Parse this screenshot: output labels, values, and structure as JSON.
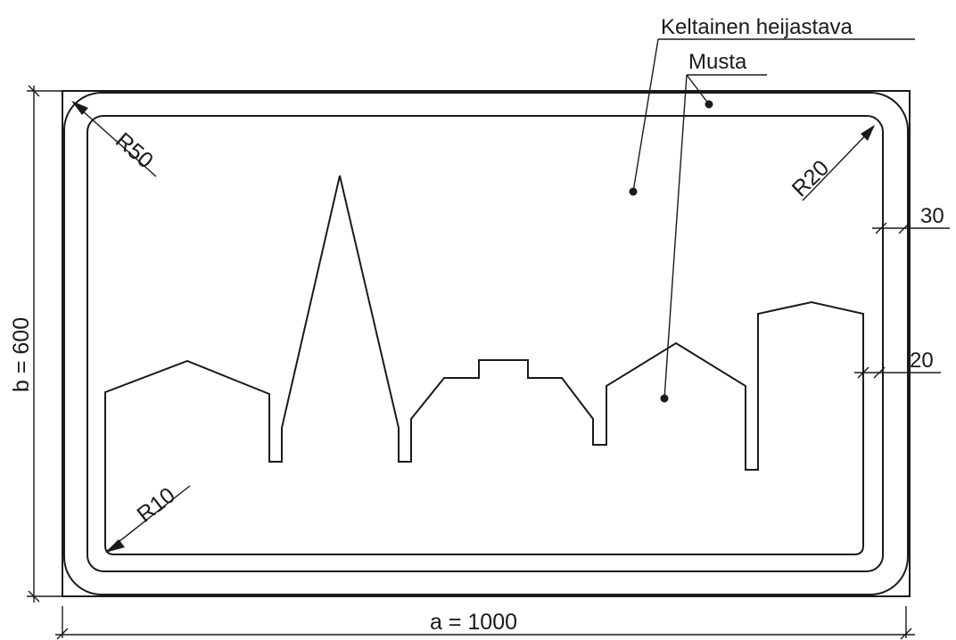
{
  "labels": {
    "yellow_reflective": "Keltainen heijastava",
    "black": "Musta",
    "r50": "R50",
    "r20": "R20",
    "r10": "R10",
    "dim_30": "30",
    "dim_20": "20",
    "width": "a = 1000",
    "height": "b = 600"
  },
  "colors": {
    "line": "#1a1a1a",
    "background": "#ffffff"
  }
}
